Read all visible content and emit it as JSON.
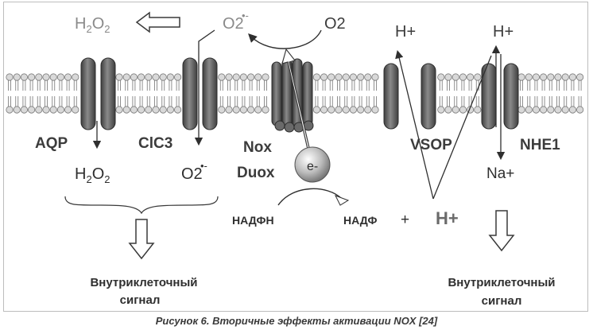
{
  "labels": {
    "h2o2_top": "H2O2",
    "superoxide_top": "O2",
    "oxygen_top": "O2",
    "proton_top_vsop": "H+",
    "proton_top_nhe": "H+",
    "aqp": "AQP",
    "clc3": "ClC3",
    "nox": "Nox",
    "duox": "Duox",
    "electron": "e-",
    "vsop": "VSOP",
    "nhe1": "NHE1",
    "h2o2_bottom": "H2O2",
    "superoxide_bottom": "O2",
    "sodium": "Na+",
    "nadph": "НАДФН",
    "nadp": "НАДФ",
    "plus": "+",
    "proton_bottom": "H+",
    "signal_left_line1": "Внутриклеточный",
    "signal_left_line2": "сигнал",
    "signal_right_line1": "Внутриклеточный",
    "signal_right_line2": "сигнал"
  },
  "caption": "Рисунок 6. Вторичные эффекты активации NOX [24]",
  "colors": {
    "protein": "#5a5a5a",
    "text_dark": "#3c3c3c",
    "text_grey": "#8a8a8a",
    "lipid": "#9a9a9a"
  }
}
